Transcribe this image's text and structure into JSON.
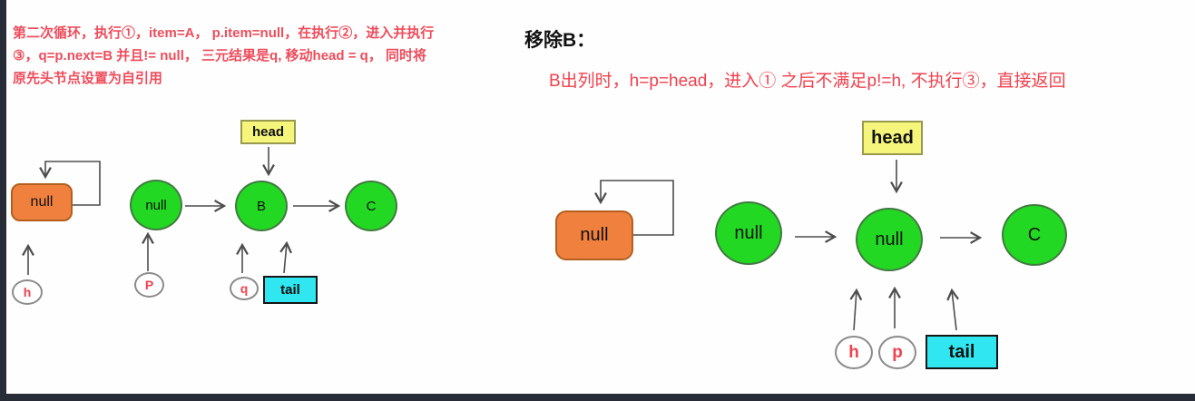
{
  "colors": {
    "node_green": "#23d823",
    "sentinel_orange": "#f0803e",
    "head_yellow": "#f5f57c",
    "tail_cyan": "#30e6f0",
    "pointer_red": "#f0414e",
    "note_red": "#ee4d5c",
    "arrow_gray": "#4d4d4d",
    "frame_dark": "#272c37"
  },
  "left_diagram": {
    "note_lines": [
      "第二次循环，执行①，item=A， p.item=null，在执行②，进入并执行",
      "③，q=p.next=B 并且!= null， 三元结果是q, 移动head = q， 同时将",
      "原先头节点设置为自引用"
    ],
    "sentinel_label": "null",
    "nodes": [
      "null",
      "B",
      "C"
    ],
    "head_label": "head",
    "tail_label": "tail",
    "pointers": [
      "h",
      "P",
      "q"
    ]
  },
  "right_diagram": {
    "title": "移除B：",
    "note": "B出列时，h=p=head，进入① 之后不满足p!=h, 不执行③，直接返回",
    "sentinel_label": "null",
    "nodes": [
      "null",
      "null",
      "C"
    ],
    "head_label": "head",
    "tail_label": "tail",
    "pointers": [
      "h",
      "p"
    ]
  }
}
